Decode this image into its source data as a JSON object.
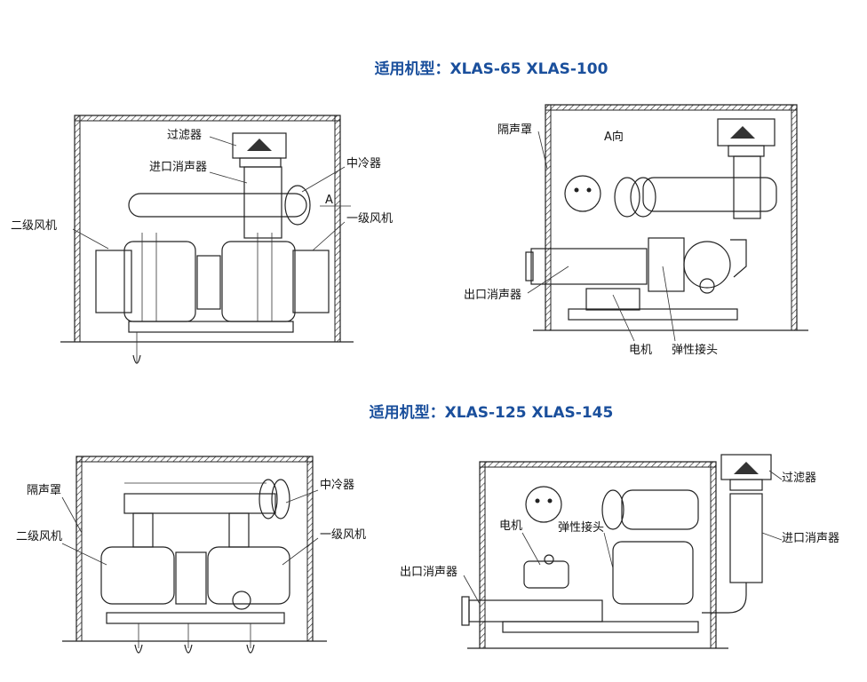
{
  "titles": {
    "top": "适用机型：XLAS-65 XLAS-100",
    "bottom": "适用机型：XLAS-125 XLAS-145"
  },
  "diagram_top_left": {
    "labels": {
      "filter": "过滤器",
      "inlet_silencer": "进口消声器",
      "intercooler": "中冷器",
      "view_a": "A",
      "second_stage": "二级风机",
      "first_stage": "一级风机"
    }
  },
  "diagram_top_right": {
    "labels": {
      "enclosure": "隔声罩",
      "view_a": "A向",
      "outlet_silencer": "出口消声器",
      "motor": "电机",
      "coupling": "弹性接头"
    }
  },
  "diagram_bottom_left": {
    "labels": {
      "enclosure": "隔声罩",
      "second_stage": "二级风机",
      "intercooler": "中冷器",
      "first_stage": "一级风机"
    }
  },
  "diagram_bottom_right": {
    "labels": {
      "filter": "过滤器",
      "inlet_silencer": "进口消声器",
      "motor": "电机",
      "coupling": "弹性接头",
      "outlet_silencer": "出口消声器"
    }
  },
  "colors": {
    "title": "#1a4f9c",
    "line": "#222222"
  }
}
